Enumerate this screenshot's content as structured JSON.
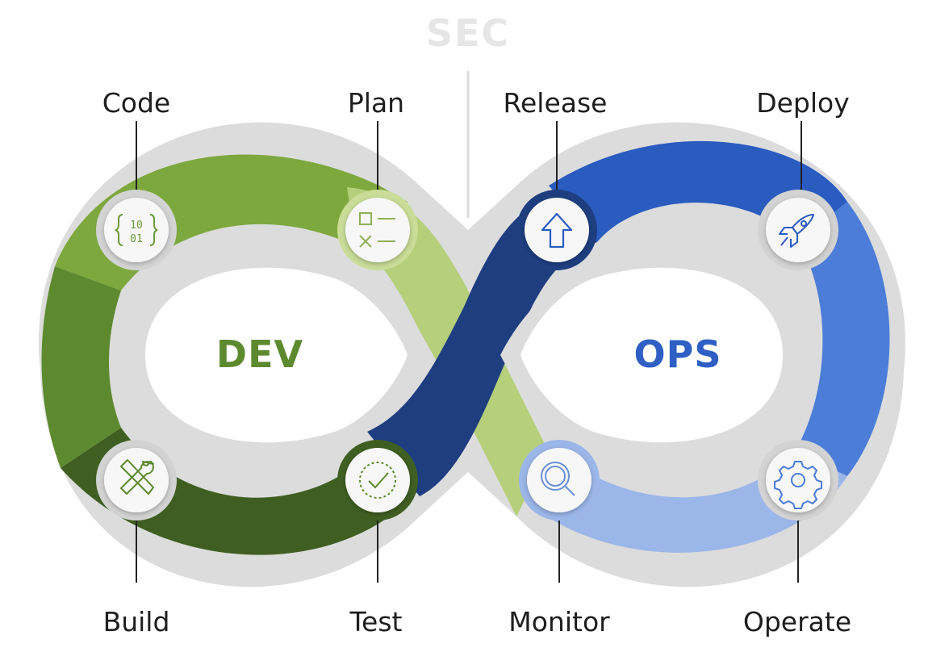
{
  "title": "SEC",
  "left_center": "DEV",
  "right_center": "OPS",
  "stages": {
    "code": "Code",
    "plan": "Plan",
    "release": "Release",
    "deploy": "Deploy",
    "build": "Build",
    "test": "Test",
    "monitor": "Monitor",
    "operate": "Operate"
  },
  "colors": {
    "dev": "#5a8a2e",
    "ops": "#2f5fc4",
    "sec": "#e6e6e6",
    "track": "#d9d9d9"
  },
  "icons": {
    "code": "binary-code-icon",
    "plan": "checklist-icon",
    "release": "arrow-up-icon",
    "deploy": "rocket-icon",
    "build": "tools-icon",
    "test": "check-circle-icon",
    "monitor": "magnifier-icon",
    "operate": "gear-icon"
  }
}
